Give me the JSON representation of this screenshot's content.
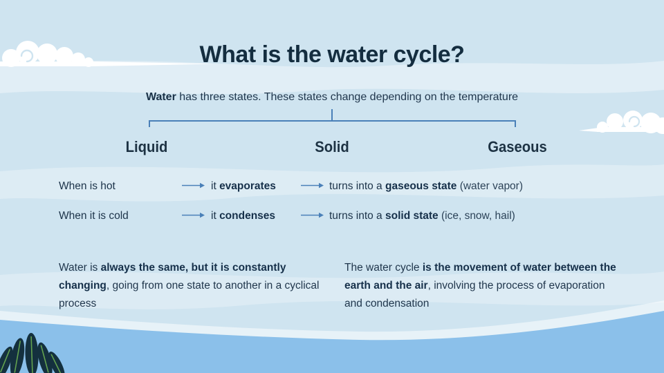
{
  "slide": {
    "title": "What is the water cycle?",
    "subtitle": {
      "lead": "Water",
      "rest": " has three states. These states change depending on the temperature"
    }
  },
  "states": [
    {
      "label": "Liquid"
    },
    {
      "label": "Solid"
    },
    {
      "label": "Gaseous"
    }
  ],
  "rows": [
    {
      "condition": "When is hot",
      "action_prefix": "it ",
      "action_bold": "evaporates",
      "result_prefix": "turns into a ",
      "result_bold": "gaseous state",
      "result_note": " (water vapor)"
    },
    {
      "condition": "When it is cold",
      "action_prefix": "it ",
      "action_bold": "condenses",
      "result_prefix": "turns into a ",
      "result_bold": "solid state",
      "result_note": " (ice, snow, hail)"
    }
  ],
  "notes": [
    {
      "prefix": "Water is ",
      "bold": "always the same, but it is constantly changing",
      "suffix": ", going from one state to another in a cyclical process"
    },
    {
      "prefix": "The water cycle ",
      "bold": "is the movement of water between the earth and the air",
      "suffix": ", involving the process of evaporation and condensation"
    }
  ],
  "icons": {
    "left_cloud": "cloud-icon",
    "right_cloud": "cloud-icon",
    "plant": "leaves-icon",
    "wave": "water-wave-icon",
    "arrow": "right-arrow-icon",
    "bracket": "grouping-bracket"
  },
  "colors": {
    "background": "#cfe4f0",
    "title_text": "#142d3f",
    "body_text": "#21374d",
    "bold_text": "#16304a",
    "accent_line": "#4a80b8",
    "bottom_wave": "#8bc0ea",
    "cloud": "#ffffff",
    "leaf": "#14303e",
    "leaf_vein": "#63a24f"
  }
}
